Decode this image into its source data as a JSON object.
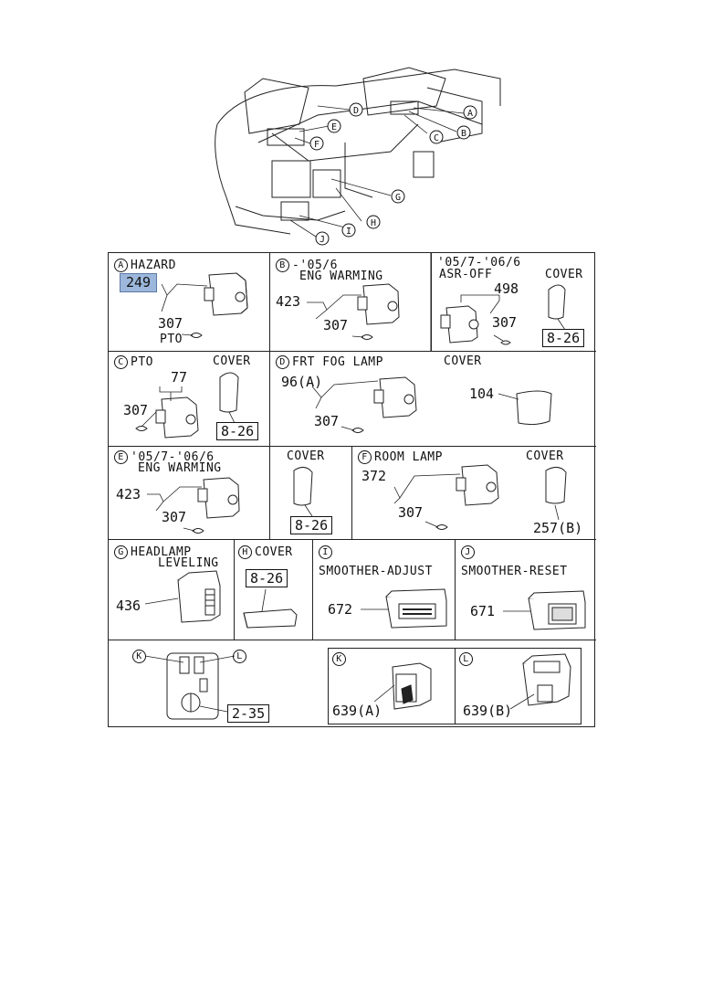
{
  "overview": {
    "callouts": [
      "A",
      "B",
      "C",
      "D",
      "E",
      "F",
      "G",
      "H",
      "I",
      "J"
    ]
  },
  "panels": {
    "a": {
      "letter": "A",
      "title": "HAZARD",
      "part_highlight": "249",
      "part": "307",
      "sublabel": "PTO"
    },
    "b": {
      "letter": "B",
      "line1": "-'05/6",
      "line2": "ENG WARMING",
      "part1": "423",
      "part2": "307"
    },
    "asr": {
      "line1": "'05/7-'06/6",
      "line2": "ASR-OFF",
      "part1": "498",
      "part2": "307",
      "cover_label": "COVER",
      "cover_ref": "8-26"
    },
    "c": {
      "letter": "C",
      "title": "PTO",
      "part1": "77",
      "part2": "307",
      "cover_label": "COVER",
      "cover_ref": "8-26"
    },
    "d": {
      "letter": "D",
      "title": "FRT FOG LAMP",
      "part1": "96(A)",
      "part2": "307",
      "cover_label": "COVER",
      "cover_part": "104"
    },
    "e": {
      "letter": "E",
      "line1": "'05/7-'06/6",
      "line2": "ENG WARMING",
      "part1": "423",
      "part2": "307"
    },
    "ecover": {
      "cover_label": "COVER",
      "cover_ref": "8-26"
    },
    "f": {
      "letter": "F",
      "title": "ROOM LAMP",
      "part1": "372",
      "part2": "307",
      "cover_label": "COVER",
      "cover_part": "257(B)"
    },
    "g": {
      "letter": "G",
      "line1": "HEADLAMP",
      "line2": "LEVELING",
      "part": "436"
    },
    "h": {
      "letter": "H",
      "title": "COVER",
      "ref": "8-26"
    },
    "i": {
      "letter": "I",
      "title": "SMOOTHER-ADJUST",
      "part": "672"
    },
    "j": {
      "letter": "J",
      "title": "SMOOTHER-RESET",
      "part": "671"
    },
    "kl": {
      "k": "K",
      "l": "L",
      "ref": "2-35"
    },
    "k": {
      "letter": "K",
      "part": "639(A)"
    },
    "l": {
      "letter": "L",
      "part": "639(B)"
    }
  }
}
